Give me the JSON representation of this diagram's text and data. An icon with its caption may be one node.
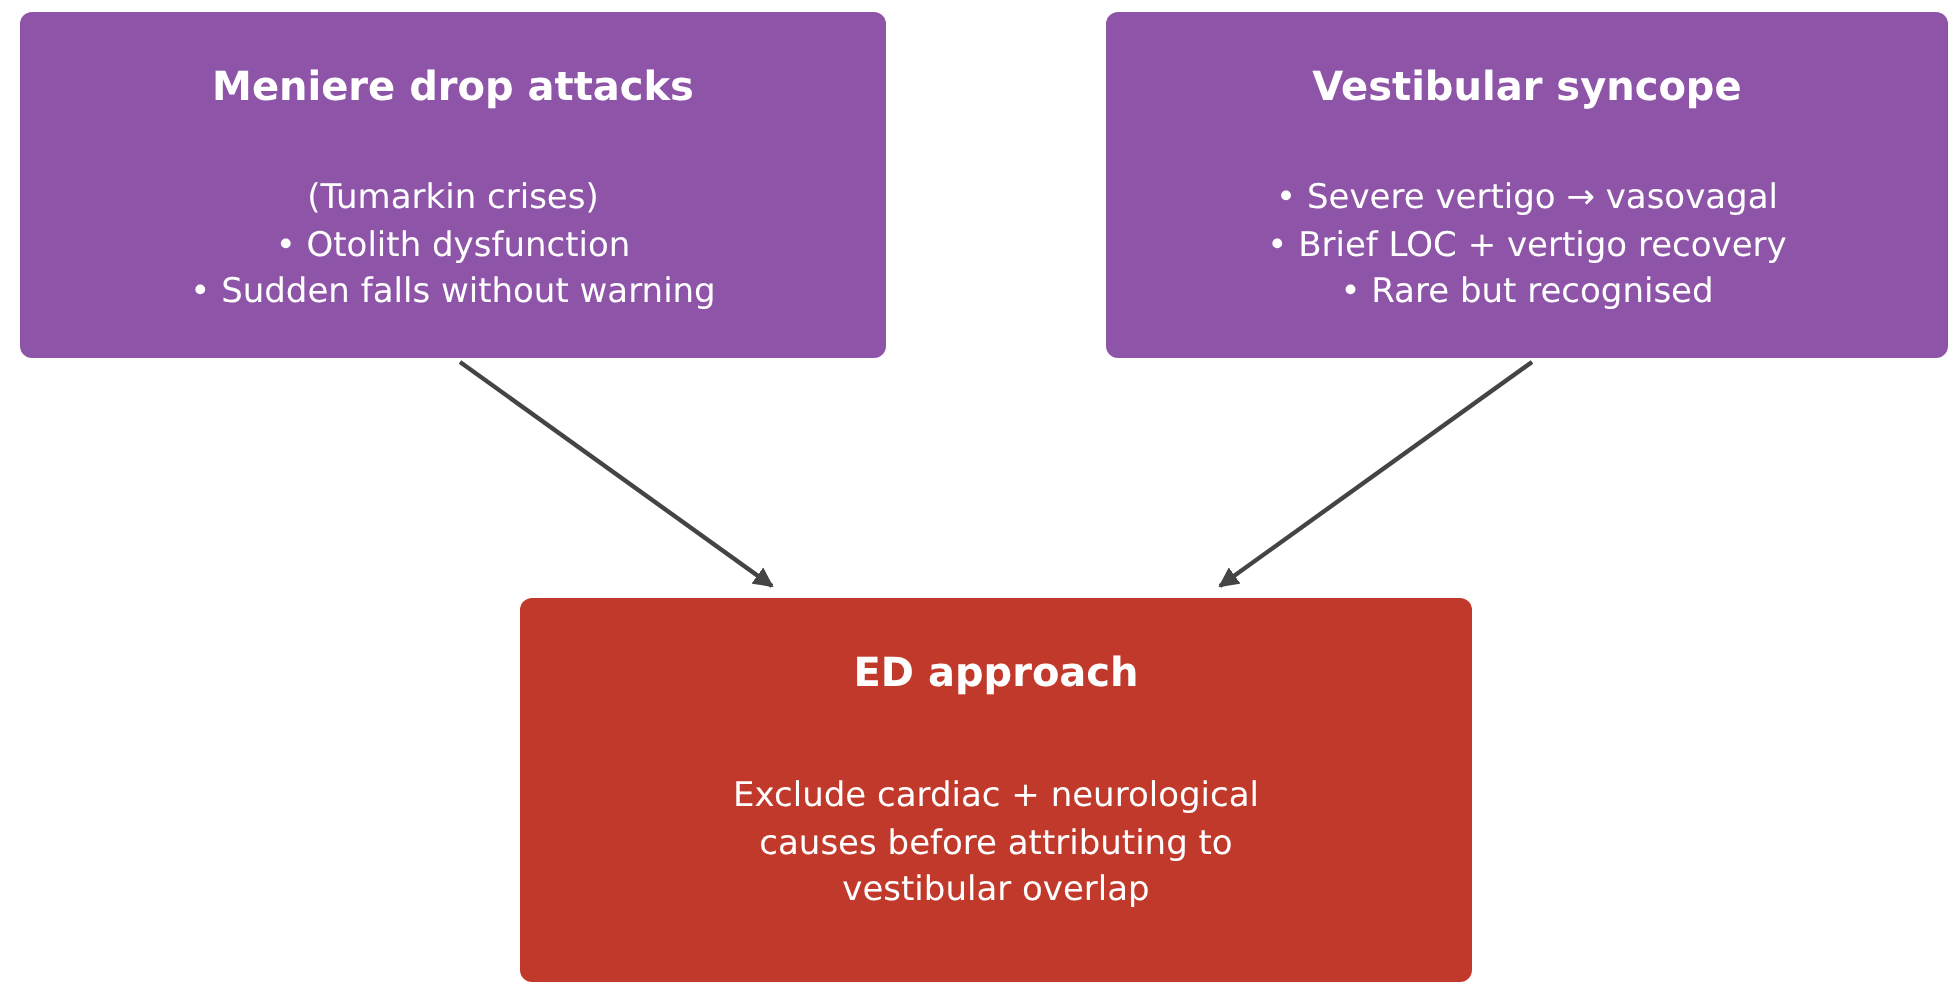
{
  "diagram": {
    "nodes": [
      {
        "text": [
          "Meniere drop attacks",
          "(Tumarkin crises)",
          "• Otolith dysfunction",
          "• Sudden falls without warning"
        ]
      },
      {
        "text": [
          "Vestibular syncope",
          "• Severe vertigo → vasovagal",
          "• Brief LOC + vertigo recovery",
          "• Rare but recognised"
        ]
      },
      {
        "text": [
          "ED approach",
          "Exclude cardiac + neurological causes before attributing to vestibular overlap"
        ]
      }
    ],
    "edges": [
      {
        "from": 0,
        "to": 2,
        "arrow": "to"
      },
      {
        "from": 1,
        "to": 2,
        "arrow": "to"
      }
    ]
  }
}
